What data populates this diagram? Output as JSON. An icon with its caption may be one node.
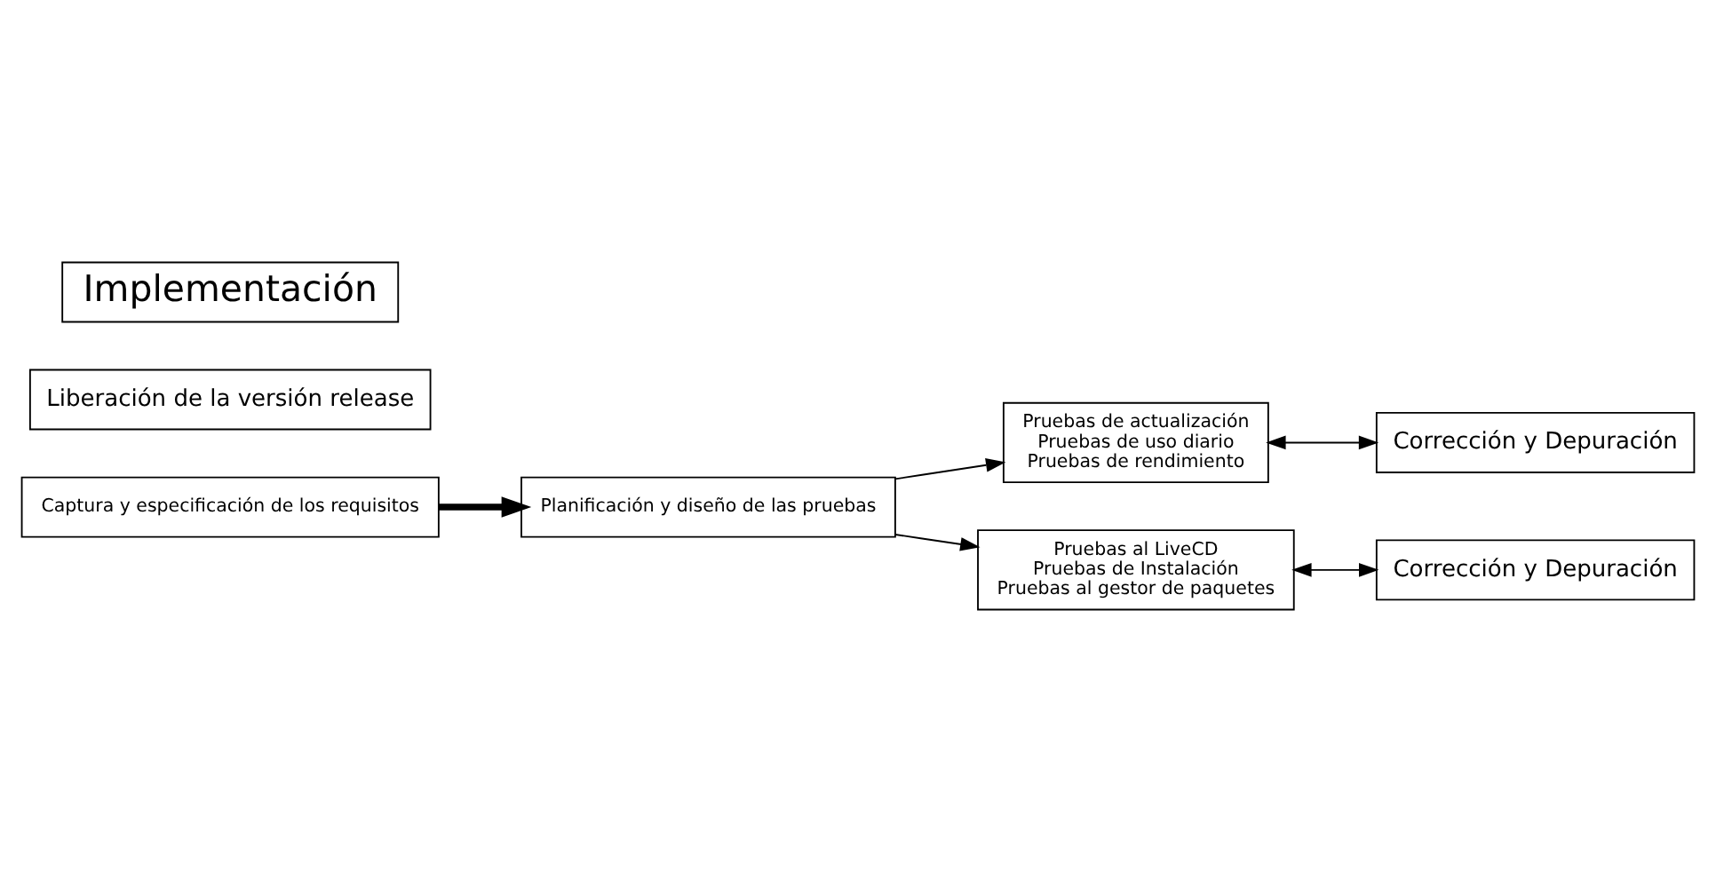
{
  "diagram": {
    "nodes": [
      {
        "text": [
          "Captura y especificación de los requisitos"
        ]
      },
      {
        "text": [
          "Planificación y diseño de las pruebas"
        ]
      },
      {
        "text": [
          "Liberación de la versión release"
        ]
      },
      {
        "text": [
          "Pruebas de actualización",
          "Pruebas de uso diario",
          "Pruebas de rendimiento"
        ]
      },
      {
        "text": [
          "Corrección y Depuración"
        ]
      },
      {
        "text": [
          "Pruebas al LiveCD",
          "Pruebas de Instalación",
          "Pruebas al gestor de paquetes"
        ]
      },
      {
        "text": [
          "Corrección y Depuración"
        ]
      },
      {
        "text": [
          "Implementación"
        ]
      }
    ],
    "edges": [
      {
        "from": 0,
        "to": 1,
        "arrow": "to",
        "style": "thick"
      },
      {
        "from": 1,
        "to": 3,
        "arrow": "to"
      },
      {
        "from": 1,
        "to": 5,
        "arrow": "to"
      },
      {
        "from": 3,
        "to": 4,
        "arrow": "both"
      },
      {
        "from": 5,
        "to": 6,
        "arrow": "both"
      }
    ]
  }
}
